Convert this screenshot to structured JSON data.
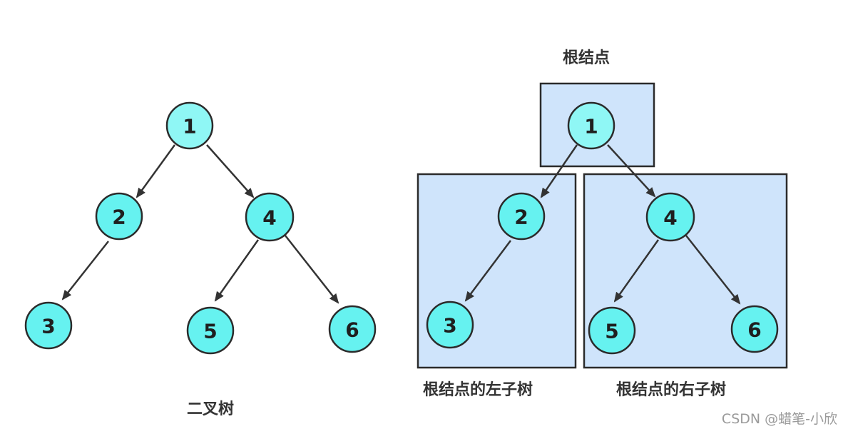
{
  "left_tree": {
    "caption": "二叉树",
    "nodes": {
      "n1": "1",
      "n2": "2",
      "n3": "3",
      "n4": "4",
      "n5": "5",
      "n6": "6"
    }
  },
  "right_tree": {
    "root_caption": "根结点",
    "left_subtree_caption": "根结点的左子树",
    "right_subtree_caption": "根结点的右子树",
    "nodes": {
      "n1": "1",
      "n2": "2",
      "n3": "3",
      "n4": "4",
      "n5": "5",
      "n6": "6"
    }
  },
  "watermark": "CSDN @蜡笔-小欣",
  "colors": {
    "node_fill": "#66f2f0",
    "root_node_fill": "#8ff7f5",
    "region_fill": "#cfe4fb",
    "stroke": "#2b2b2b"
  }
}
